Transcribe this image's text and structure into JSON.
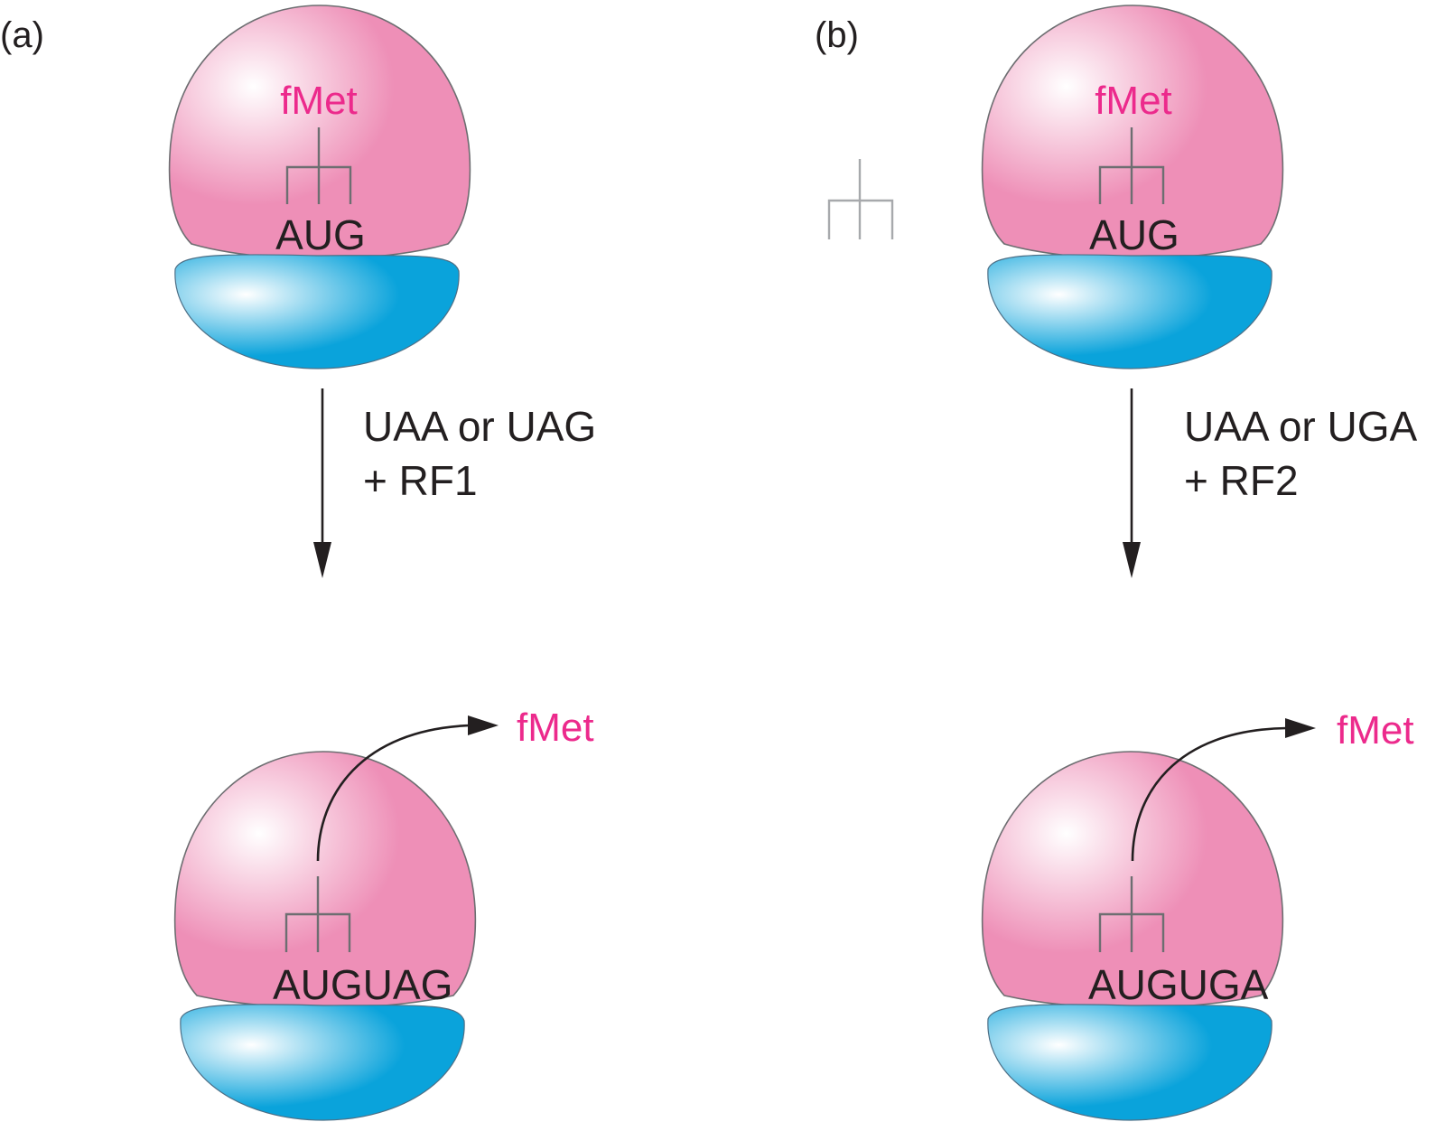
{
  "colors": {
    "large_subunit": "#ee8fb7",
    "large_subunit_highlight": "#ffffff",
    "small_subunit": "#0aa3db",
    "small_subunit_highlight": "#ffffff",
    "fmet_text": "#ec2a8c",
    "text": "#231f20",
    "trna_line": "#6d6e71"
  },
  "panel_a": {
    "label": "(a)",
    "top": {
      "amino_acid": "fMet",
      "codon": "AUG"
    },
    "step": {
      "line1": "UAA or UAG",
      "line2": "+ RF1"
    },
    "bottom": {
      "released_amino_acid": "fMet",
      "codons": "AUGUAG"
    }
  },
  "panel_b": {
    "label": "(b)",
    "top": {
      "amino_acid": "fMet",
      "codon": "AUG"
    },
    "step": {
      "line1": "UAA or UGA",
      "line2": "+ RF2"
    },
    "bottom": {
      "released_amino_acid": "fMet",
      "codons": "AUGUGA"
    }
  }
}
